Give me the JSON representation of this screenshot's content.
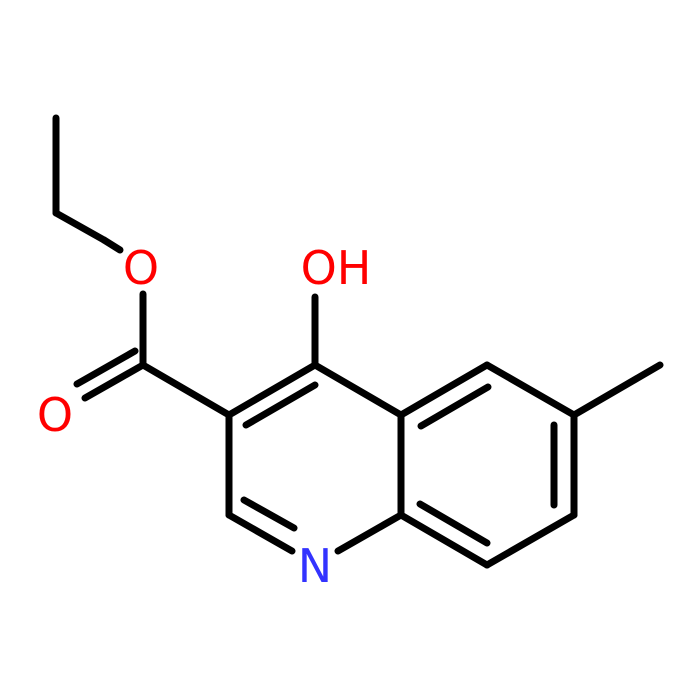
{
  "labels": {
    "ester_oxygen": "O",
    "carbonyl_oxygen": "O",
    "hydroxyl": "OH",
    "ring_nitrogen": "N"
  },
  "colors": {
    "bond": "#000000",
    "oxygen": "#ff0000",
    "nitrogen": "#3333ff",
    "background": "#ffffff"
  }
}
